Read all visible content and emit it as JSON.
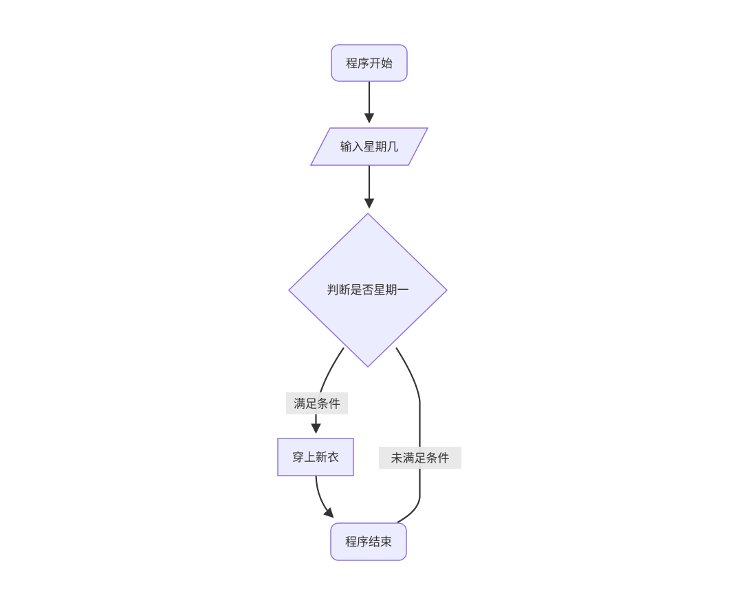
{
  "diagram": {
    "type": "flowchart",
    "direction": "top-down",
    "colors": {
      "node_fill": "#ECECFF",
      "node_border": "#9370DB",
      "edge": "#333333",
      "label_bg": "#e8e8e8",
      "text": "#333333",
      "background": "#ffffff"
    },
    "nodes": [
      {
        "id": "start",
        "shape": "rounded-rectangle",
        "label": "程序开始"
      },
      {
        "id": "input",
        "shape": "parallelogram",
        "label": "输入星期几"
      },
      {
        "id": "decision",
        "shape": "diamond",
        "label": "判断是否星期一"
      },
      {
        "id": "action",
        "shape": "rectangle",
        "label": "穿上新衣"
      },
      {
        "id": "end",
        "shape": "rounded-rectangle",
        "label": "程序结束"
      }
    ],
    "edges": [
      {
        "from": "程序开始",
        "to": "输入星期几",
        "label": ""
      },
      {
        "from": "输入星期几",
        "to": "判断是否星期一",
        "label": ""
      },
      {
        "from": "判断是否星期一",
        "to": "穿上新衣",
        "label": "满足条件"
      },
      {
        "from": "判断是否星期一",
        "to": "程序结束",
        "label": "未满足条件"
      },
      {
        "from": "穿上新衣",
        "to": "程序结束",
        "label": ""
      }
    ]
  }
}
